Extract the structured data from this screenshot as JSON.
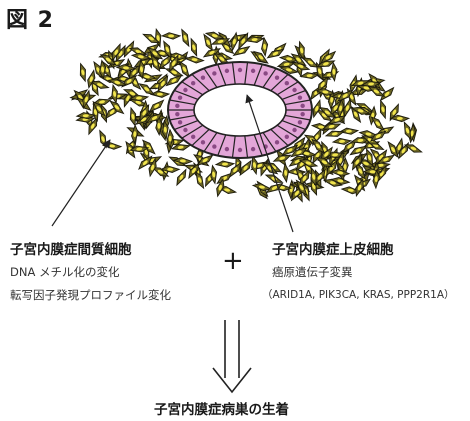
{
  "figure_label": "図 2",
  "stroma": {
    "title": "子宮内膜症間質細胞",
    "lines": [
      "DNA メチル化の変化",
      "転写因子発現プロファイル変化"
    ]
  },
  "epithelium": {
    "title": "子宮内膜症上皮細胞",
    "lines": [
      "癌原遺伝子変異",
      "（ARID1A, PIK3CA, KRAS, PPP2R1A）"
    ]
  },
  "plus_symbol": "+",
  "result": "子宮内膜症病巣の生着",
  "colors": {
    "stroma_fill": "#6b6524",
    "stroma_nucleus": "#f1e44d",
    "epithelium_fill": "#e3a6d8",
    "epithelium_nucleus": "#8a4a84",
    "outline": "#222222"
  }
}
